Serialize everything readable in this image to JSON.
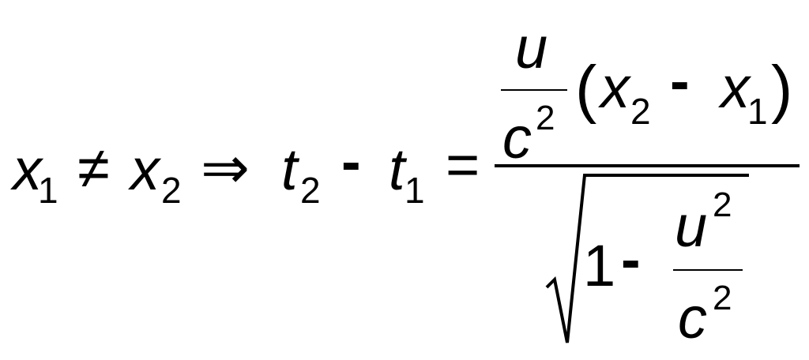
{
  "equation": {
    "lhs": {
      "x1_var": "x",
      "x1_sub": "1",
      "neq": "≠",
      "x2_var": "x",
      "x2_sub": "2",
      "implies": "⇒"
    },
    "middle": {
      "t2_var": "t",
      "t2_sub": "2",
      "minus": "-",
      "t1_var": "t",
      "t1_sub": "1",
      "equals": "="
    },
    "numerator": {
      "frac_num": "u",
      "frac_den": "c",
      "frac_den_exp": "2",
      "lparen": "(",
      "x2_var": "x",
      "x2_sub": "2",
      "minus": "-",
      "x1_var": "x",
      "x1_sub": "1",
      "rparen": ")"
    },
    "denominator": {
      "one": "1",
      "minus": "-",
      "frac_num": "u",
      "frac_num_exp": "2",
      "frac_den": "c",
      "frac_den_exp": "2"
    }
  }
}
